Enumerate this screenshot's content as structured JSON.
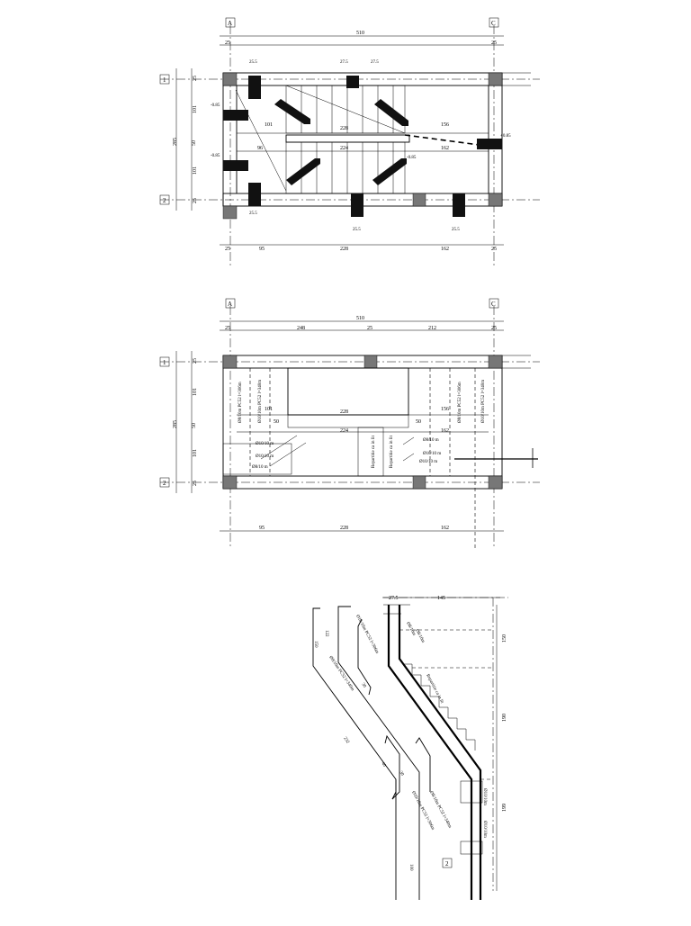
{
  "plan1": {
    "grid_left": "A",
    "grid_right": "C",
    "grid_top": "1",
    "grid_bottom": "2",
    "dims_top_total": "510",
    "dims_top_left": "25",
    "dims_top_right": "25",
    "dims_bottom": [
      "25",
      "95",
      "228",
      "162",
      "25"
    ],
    "dims_left_total": "285",
    "dims_left_parts": [
      "25",
      "101",
      "50",
      "101",
      "25"
    ],
    "inner_dims": [
      "101",
      "96",
      "156",
      "162",
      "224",
      "228"
    ],
    "col_labels": [
      "25.5",
      "27.5",
      "25.5",
      "25.5",
      "25.5",
      "27.5"
    ],
    "levels": [
      "-0.85",
      "-0.85",
      "-0.85",
      "+0.85"
    ]
  },
  "plan2": {
    "grid_left": "A",
    "grid_right": "C",
    "grid_top": "1",
    "grid_bottom": "2",
    "dims_top_total": "510",
    "dims_top_parts": [
      "25",
      "248",
      "25",
      "212",
      "25"
    ],
    "dims_bottom": [
      "95",
      "228",
      "162"
    ],
    "dims_left_parts": [
      "25",
      "101",
      "50",
      "101",
      "25"
    ],
    "dims_left_total": "285",
    "inner_dims": [
      "101",
      "228",
      "156",
      "224",
      "162",
      "50",
      "50"
    ],
    "rebar_notes": [
      "Ø8/10 m",
      "Ø8/10 m",
      "Ø8/10 m",
      "Ø8/10 m",
      "Ø10/10 m",
      "Ø10/10 m",
      "Ø10/10 m",
      "Ø10/10 m"
    ],
    "vertical_notes": [
      "Ø8/10m PC52 l=306m",
      "Ø10/10m PC52 l=340m",
      "Ø8/10m PC52 l=306m",
      "Ø10/10m PC52 l=340m"
    ],
    "center_notes": [
      "Repartitie ca in lit",
      "Repartitie ca in lit"
    ]
  },
  "section": {
    "top_dims": [
      "27.5",
      "145"
    ],
    "right_dims": [
      "150",
      "190",
      "199"
    ],
    "bar_notes": [
      "Ø10/10m PC52 l=306m",
      "Ø8/10m PC52 l=340m",
      "Ø10/10m PC52 l=306m",
      "Ø8/10m PC52 l=340m"
    ],
    "bar_lengths": [
      "232",
      "150",
      "30",
      "30",
      "122",
      "100",
      "40"
    ],
    "side_notes": [
      "Ø8/10m",
      "Ø8/10m",
      "Repartitie ca in lit",
      "Ø10/10m",
      "Ø10/10m"
    ],
    "grid_mark": "2"
  }
}
